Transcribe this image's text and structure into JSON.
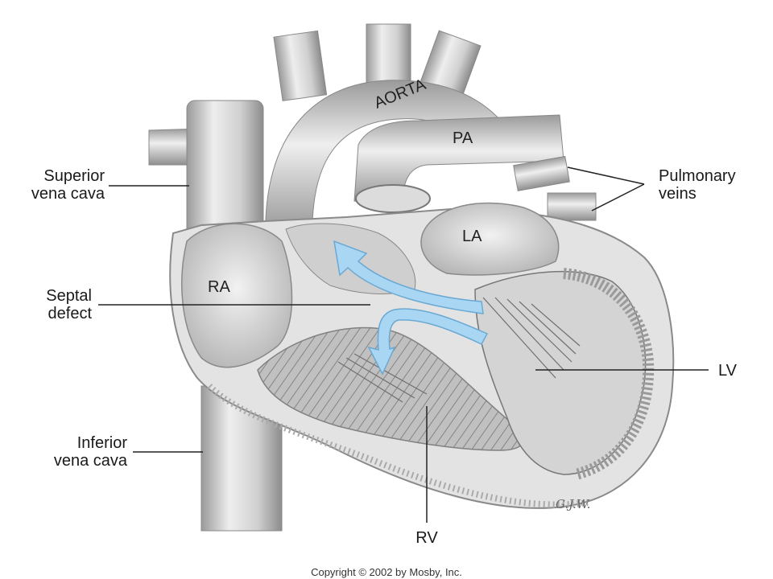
{
  "labels": {
    "superior_vena_cava": [
      "Superior",
      "vena cava"
    ],
    "septal_defect": [
      "Septal",
      "defect"
    ],
    "inferior_vena_cava": [
      "Inferior",
      "vena cava"
    ],
    "pulmonary_veins": [
      "Pulmonary",
      "veins"
    ],
    "lv": "LV",
    "rv": "RV",
    "ra": "RA",
    "la": "LA",
    "pa": "PA",
    "aorta": "AORTA"
  },
  "signature": "G.J.W.",
  "copyright": "Copyright © 2002 by Mosby, Inc.",
  "colors": {
    "flow_arrow": "#a9d6f2",
    "flow_arrow_stroke": "#6aa9d4",
    "tissue": "#d9d9d9",
    "tissue_dark": "#8e8e8e",
    "line": "#222222"
  }
}
